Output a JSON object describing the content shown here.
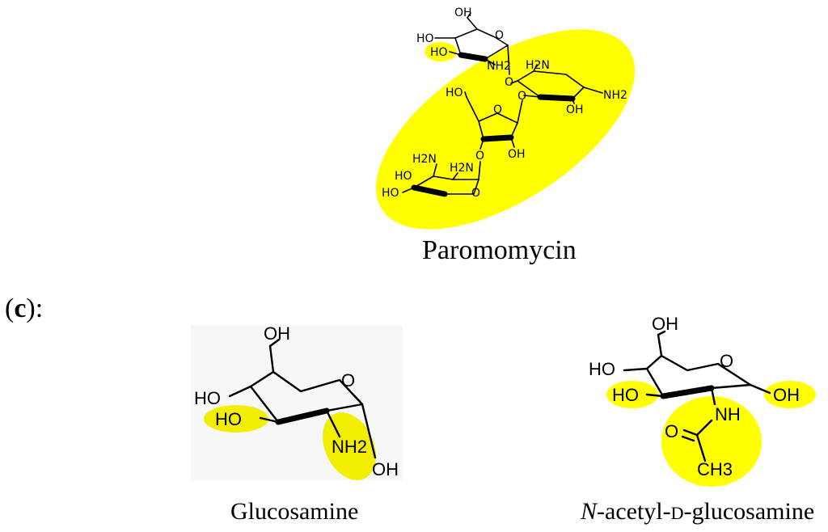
{
  "panel_label": {
    "open": "(",
    "letter": "c",
    "close": "):"
  },
  "molecules": {
    "paromomycin": {
      "caption": "Paromomycin",
      "atoms": {
        "oh_top": "OH",
        "ho_left": "HO",
        "ho_hl": "HO",
        "nh2_a": "NH2",
        "o_ring1": "O",
        "o_link1": "O",
        "h2n_b": "H2N",
        "nh2_b": "NH2",
        "oh_b": "OH",
        "o_link2": "O",
        "ho_c": "HO",
        "o_ring_c": "O",
        "oh_c": "OH",
        "o_link3": "O",
        "h2n_d": "H2N",
        "ho_d1": "HO",
        "nh2_d": "H2N",
        "ho_d2": "HO",
        "o_ring_d": "O"
      }
    },
    "glucosamine": {
      "caption": "Glucosamine",
      "atoms": {
        "oh_top": "OH",
        "o_ring": "O",
        "ho_left": "HO",
        "ho_hl": "HO",
        "nh2": "NH2",
        "oh_right": "OH"
      }
    },
    "nag": {
      "caption_italic": "N",
      "caption_rest": "-acetyl-",
      "caption_smallcaps": "D",
      "caption_end": "-glucosamine",
      "atoms": {
        "oh_top": "OH",
        "o_ring": "O",
        "ho_left": "HO",
        "ho_hl": "HO",
        "oh_right": "OH",
        "nh": "NH",
        "o_carbonyl": "O",
        "ch3": "CH3"
      }
    }
  },
  "colors": {
    "highlight": "#ffff00",
    "ink": "#000000"
  }
}
